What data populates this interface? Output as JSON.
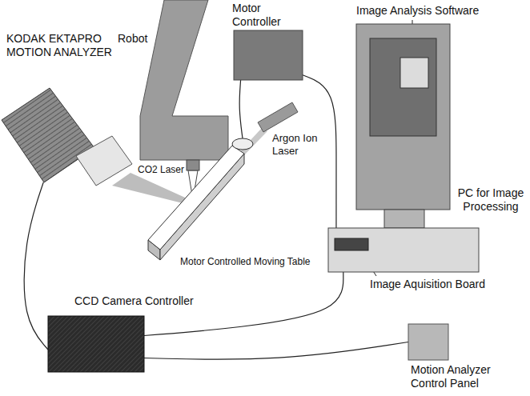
{
  "diagram": {
    "nodes": [
      {
        "text": [
          "Robot"
        ]
      },
      {
        "text": [
          "Motor Controller"
        ]
      },
      {
        "text": [
          "KODAK EKTAPRO MOTION ANALYZER"
        ]
      },
      {
        "text": [
          "PC for Image Processing"
        ]
      },
      {
        "text": [
          "Motor Controlled Moving Table"
        ]
      },
      {
        "text": [
          "CCD Camera Controller"
        ]
      },
      {
        "text": [
          "Motion Analyzer Control Panel"
        ]
      }
    ],
    "edges": [
      {
        "from": 1,
        "to": 4,
        "arrow": "none"
      },
      {
        "from": 1,
        "to": 3,
        "arrow": "none"
      },
      {
        "from": 2,
        "to": 5,
        "arrow": "none"
      },
      {
        "from": 5,
        "to": 3,
        "arrow": "none"
      },
      {
        "from": 5,
        "to": 6,
        "arrow": "none"
      }
    ],
    "labels": [
      "CO2 Laser",
      "Argon Ion Laser",
      "Image Analysis Software",
      "Image Aquisition Board"
    ]
  }
}
